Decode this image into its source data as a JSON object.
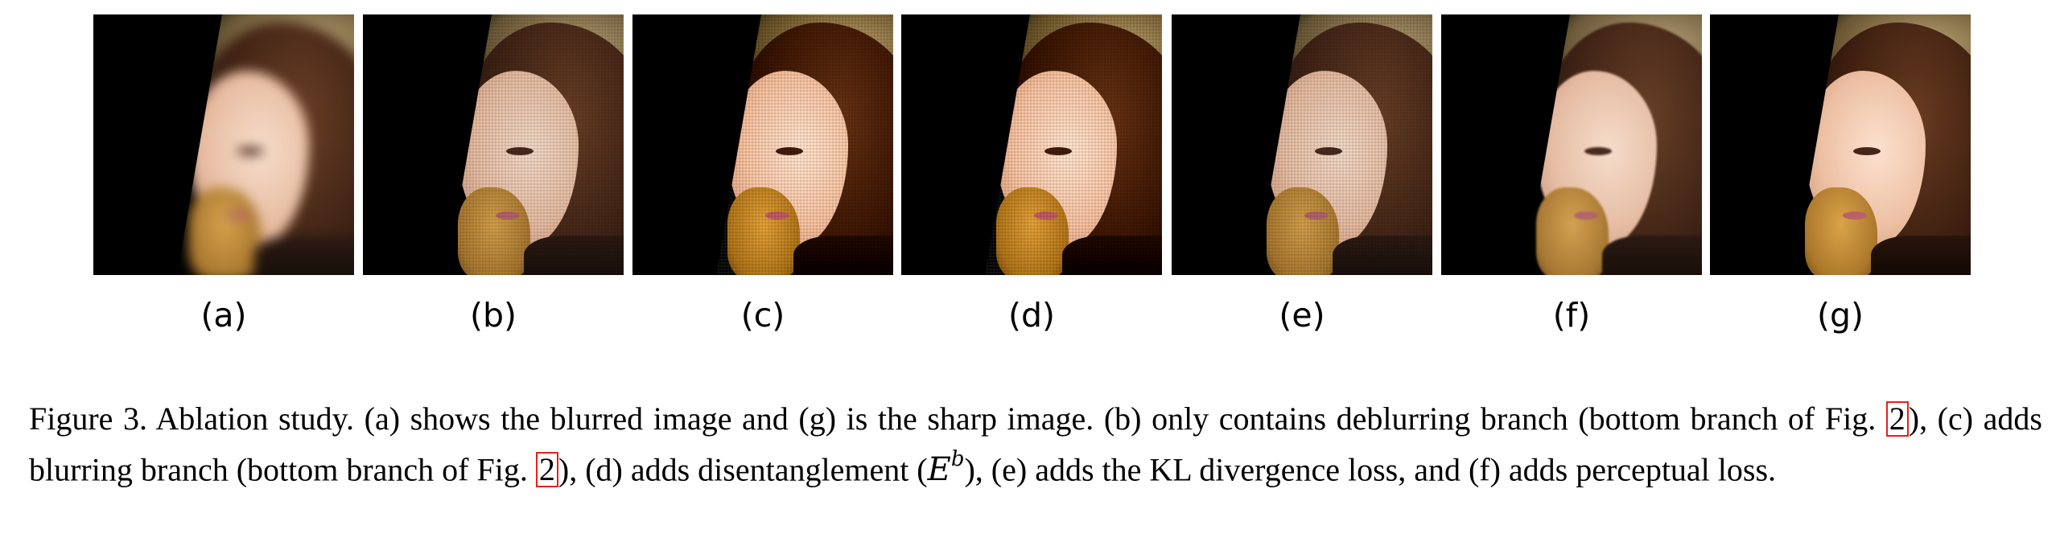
{
  "panels": [
    {
      "label": "(a)",
      "variant": "blurred"
    },
    {
      "label": "(b)",
      "variant": "noisy"
    },
    {
      "label": "(c)",
      "variant": "noisy-strong"
    },
    {
      "label": "(d)",
      "variant": "noisy-strong"
    },
    {
      "label": "(e)",
      "variant": "noisy"
    },
    {
      "label": "(f)",
      "variant": "smooth"
    },
    {
      "label": "(g)",
      "variant": "sharp"
    }
  ],
  "caption": {
    "part1": "Figure 3. Ablation study. (a) shows the blurred image and (g) is the sharp image. (b) only contains deblurring branch (bottom branch of Fig. ",
    "ref1": "2",
    "part2": "), (c) adds blurring branch (bottom branch of Fig. ",
    "ref2": "2",
    "part3": "), (d) adds disentanglement (",
    "math_base": "E",
    "math_sup": "b",
    "part4": "), (e) adds the KL divergence loss, and (f) adds perceptual loss."
  },
  "colors": {
    "citation_box": "#e2231a",
    "panel_background": "#000000"
  }
}
